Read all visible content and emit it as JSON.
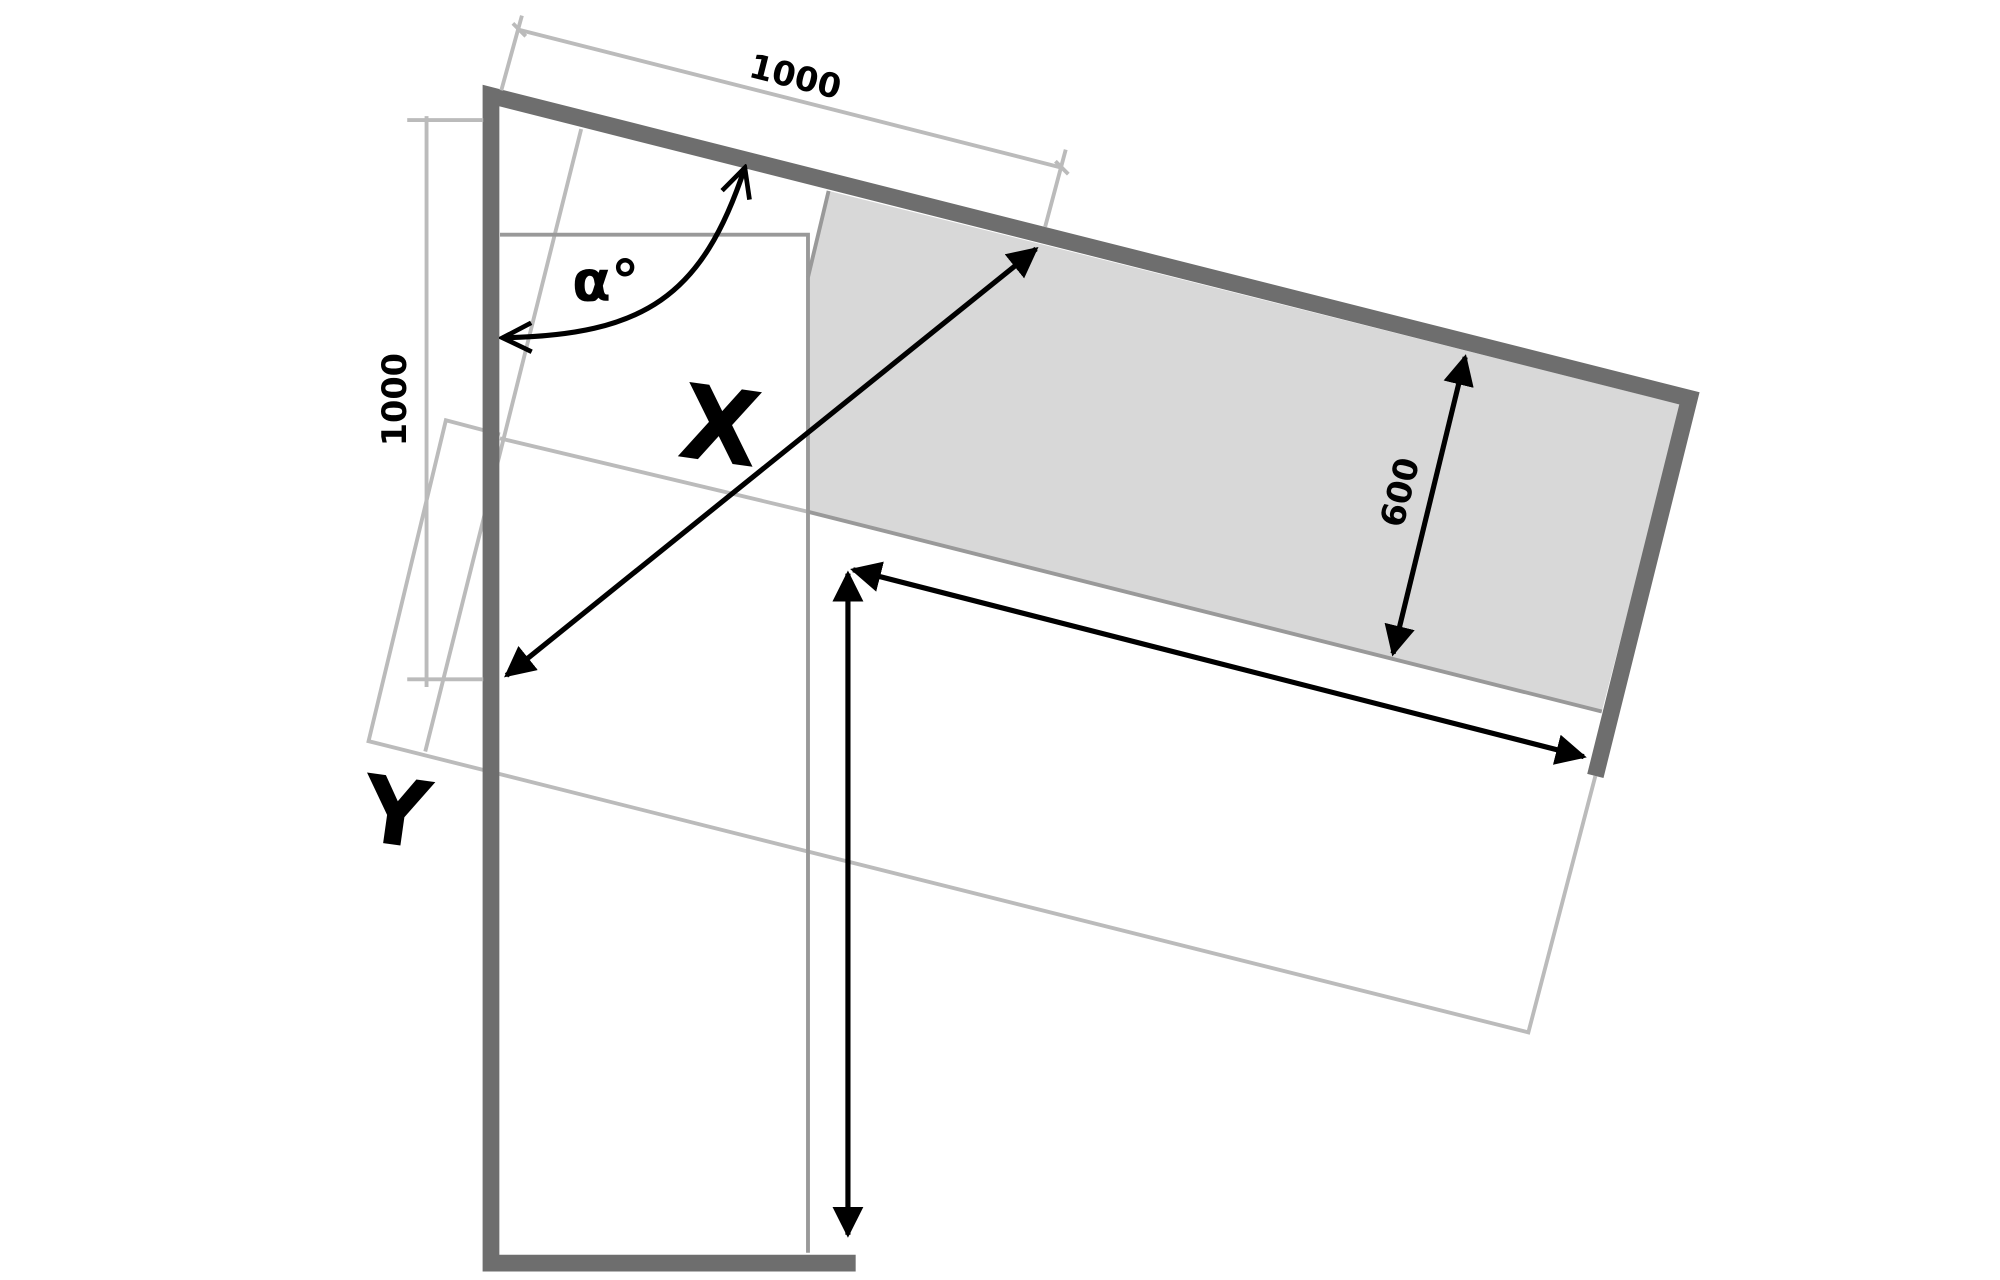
{
  "diagram": {
    "labels": {
      "top_dimension": "1000",
      "left_dimension": "1000",
      "depth_dimension": "600",
      "angle": "α°",
      "x_label": "X",
      "y_label": "Y"
    },
    "colors": {
      "wall": "#6e6e6e",
      "fill": "#d8d8d8",
      "cabinet_line": "#999999",
      "guide_line": "#bbbbbb",
      "arrow": "#000000"
    }
  }
}
